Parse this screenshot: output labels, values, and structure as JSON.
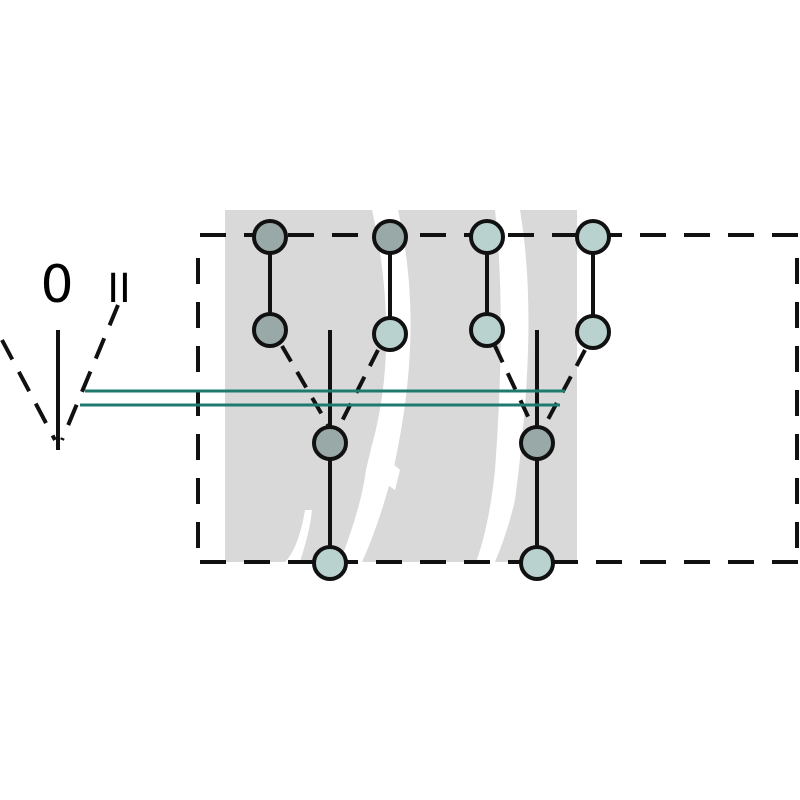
{
  "diagram": {
    "position_labels": {
      "off": "0",
      "second": "II"
    },
    "colors": {
      "stroke": "#111111",
      "watermark_bg": "#d9d9d9",
      "watermark_fg": "#ffffff",
      "linkage": "#1f7a6e",
      "contact_dark": "#98a9a7",
      "contact_light": "#b9d1cf"
    },
    "icons": [
      "switch-lever-icon",
      "pole-contact-icon",
      "watermark-logo-icon"
    ],
    "poles": 2,
    "contacts_per_pole": 4
  }
}
